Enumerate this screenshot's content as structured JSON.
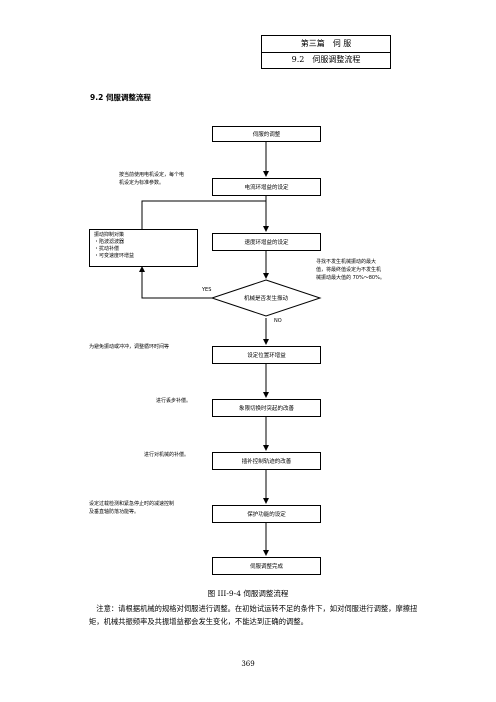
{
  "header": {
    "chapter": "第三篇　伺 服",
    "section": "9.2　伺服调整流程"
  },
  "section_title": "9.2 伺服调整流程",
  "flowchart": {
    "start": "伺服的调整",
    "step_current": "电流环增益的设定",
    "step_speed": "速度环增益的设定",
    "decision": "机械是否发生振动",
    "yes_label": "YES",
    "no_label": "NO",
    "step_position": "设定位置环增益",
    "step_quadrant": "象限切换时突起的改善",
    "step_interp": "插补控制轨迹的改善",
    "step_protect": "保护功能的设定",
    "end": "伺服调整完成",
    "vibration_box": {
      "title": "振动抑制对策",
      "items": [
        "・陷波滤波器",
        "・扰动补偿",
        "・可变速度环增益"
      ]
    },
    "notes": {
      "current": "按当前使用电机设定，每个电\n机设定为标准参数。",
      "speed": "寻找不发生机械振动的最大\n值，将最终值设定为不发生机\n械振动最大值的 70%～80%。",
      "position": "为避免振动或冲冲，调整循环时间等",
      "quadrant": "进行丢步补偿。",
      "interp": "进行对机械的补偿。",
      "protect": "设定过载检测和紧急停止时的减速控制\n及垂直轴防落功能等。"
    }
  },
  "caption": "图 III-9-4 伺服调整流程",
  "paragraph": "注意：请根据机械的规格对伺服进行调整。在初始试运转不足的条件下，如对伺服进行调整，摩擦扭矩，机械共振频率及共振增益都会发生变化，不能达到正确的调整。",
  "page_number": "369"
}
